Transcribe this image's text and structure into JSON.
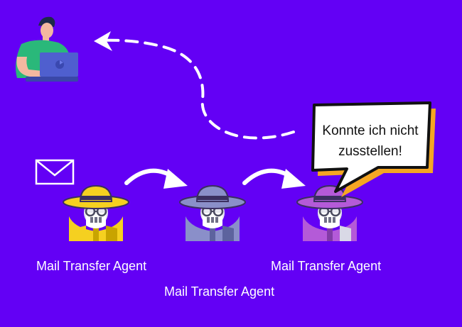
{
  "agents": {
    "left_label": "Mail Transfer Agent",
    "middle_label": "Mail Transfer Agent",
    "right_label": "Mail Transfer Agent"
  },
  "bubble": {
    "text": "Konnte ich nicht zusstellen!"
  },
  "icons": {
    "user": "user-at-laptop-icon",
    "mail": "envelope-icon",
    "agent": "spy-agent-icon"
  },
  "colors": {
    "background": "#6300f5",
    "agent_left": "#f5d020",
    "agent_middle": "#8a8fc9",
    "agent_right": "#b45ad8",
    "bubble_shadow": "#f5a623",
    "arrows": "#ffffff"
  }
}
